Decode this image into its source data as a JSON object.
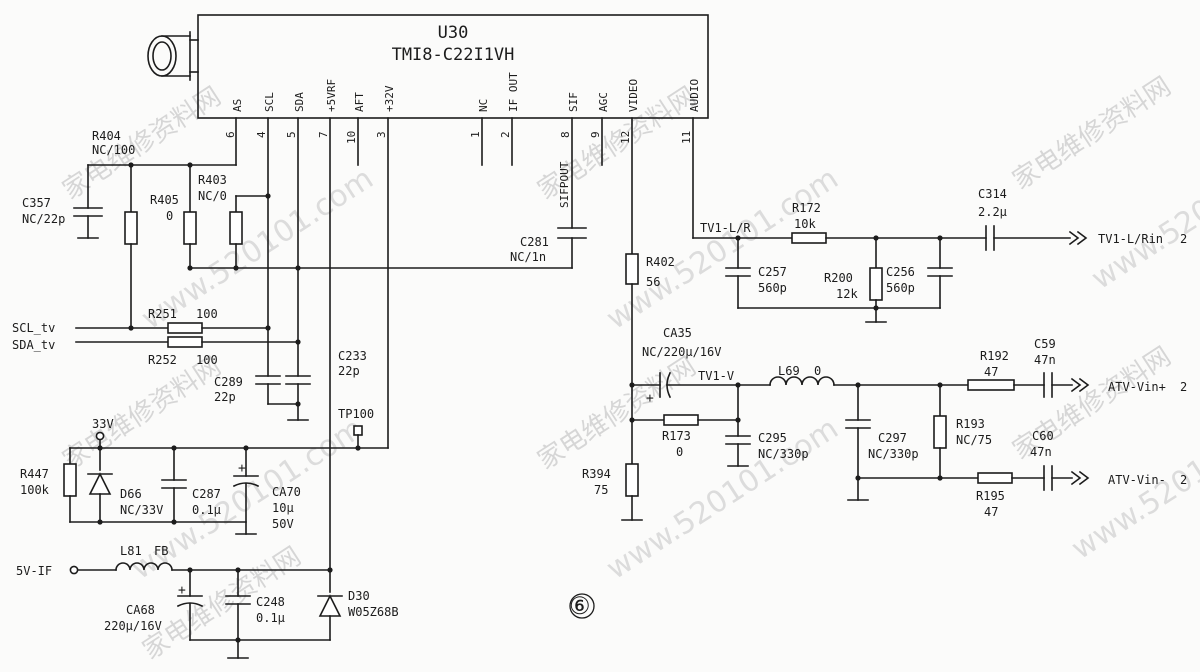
{
  "chip": {
    "ref": "U30",
    "part": "TMI8-C22I1VH",
    "pins": [
      {
        "num": "6",
        "name": "AS"
      },
      {
        "num": "4",
        "name": "SCL"
      },
      {
        "num": "5",
        "name": "SDA"
      },
      {
        "num": "7",
        "name": "+5VRF"
      },
      {
        "num": "10",
        "name": "AFT"
      },
      {
        "num": "3",
        "name": "+32V"
      },
      {
        "num": "1",
        "name": "NC"
      },
      {
        "num": "2",
        "name": "IF OUT"
      },
      {
        "num": "8",
        "name": "SIF"
      },
      {
        "num": "9",
        "name": "AGC"
      },
      {
        "num": "12",
        "name": "VIDEO"
      },
      {
        "num": "11",
        "name": "AUDIO"
      }
    ]
  },
  "components": {
    "r404": {
      "ref": "R404",
      "value": "NC/100"
    },
    "c357": {
      "ref": "C357",
      "value": "NC/22p"
    },
    "r405": {
      "ref": "R405",
      "value": "0"
    },
    "r403": {
      "ref": "R403",
      "value": "NC/0"
    },
    "r251": {
      "ref": "R251",
      "value": "100"
    },
    "r252": {
      "ref": "R252",
      "value": "100"
    },
    "c289": {
      "ref": "C289",
      "value": "22p"
    },
    "c233": {
      "ref": "C233",
      "value": "22p"
    },
    "tp100": {
      "ref": "TP100"
    },
    "r447": {
      "ref": "R447",
      "value": "100k"
    },
    "d66": {
      "ref": "D66",
      "value": "NC/33V"
    },
    "c287": {
      "ref": "C287",
      "value": "0.1µ"
    },
    "ca70": {
      "ref": "CA70",
      "value": "10µ",
      "value2": "50V"
    },
    "l81": {
      "ref": "L81",
      "value": "FB"
    },
    "ca68": {
      "ref": "CA68",
      "value": "220µ/16V"
    },
    "c248": {
      "ref": "C248",
      "value": "0.1µ"
    },
    "d30": {
      "ref": "D30",
      "value": "W05Z68B"
    },
    "c281": {
      "ref": "C281",
      "value": "NC/1n"
    },
    "r402": {
      "ref": "R402",
      "value": "56"
    },
    "ca35": {
      "ref": "CA35",
      "value": "NC/220µ/16V"
    },
    "r173": {
      "ref": "R173",
      "value": "0"
    },
    "r394": {
      "ref": "R394",
      "value": "75"
    },
    "l69": {
      "ref": "L69",
      "value": "0"
    },
    "c295": {
      "ref": "C295",
      "value": "NC/330p"
    },
    "c297": {
      "ref": "C297",
      "value": "NC/330p"
    },
    "r193": {
      "ref": "R193",
      "value": "NC/75"
    },
    "r192": {
      "ref": "R192",
      "value": "47"
    },
    "c59": {
      "ref": "C59",
      "value": "47n"
    },
    "r195": {
      "ref": "R195",
      "value": "47"
    },
    "c60": {
      "ref": "C60",
      "value": "47n"
    },
    "r172": {
      "ref": "R172",
      "value": "10k"
    },
    "c257": {
      "ref": "C257",
      "value": "560p"
    },
    "r200": {
      "ref": "R200",
      "value": "12k"
    },
    "c256": {
      "ref": "C256",
      "value": "560p"
    },
    "c314": {
      "ref": "C314",
      "value": "2.2µ"
    }
  },
  "nets": {
    "scl_tv": "SCL_tv",
    "sda_tv": "SDA_tv",
    "v33": "33V",
    "v5if": "5V-IF",
    "sifpout": "SIFPOUT",
    "tv1_lr": "TV1-L/R",
    "tv1_v": "TV1-V"
  },
  "ports": {
    "tv1_lrin": "TV1-L/Rin",
    "tv1_lrin_page": "2",
    "atv_vin_p": "ATV-Vin+",
    "atv_vin_p_page": "2",
    "atv_vin_n": "ATV-Vin-",
    "atv_vin_n_page": "2"
  },
  "figure_number": "⑥",
  "watermarks": [
    "家电维修资料网",
    "www.520101.com"
  ]
}
